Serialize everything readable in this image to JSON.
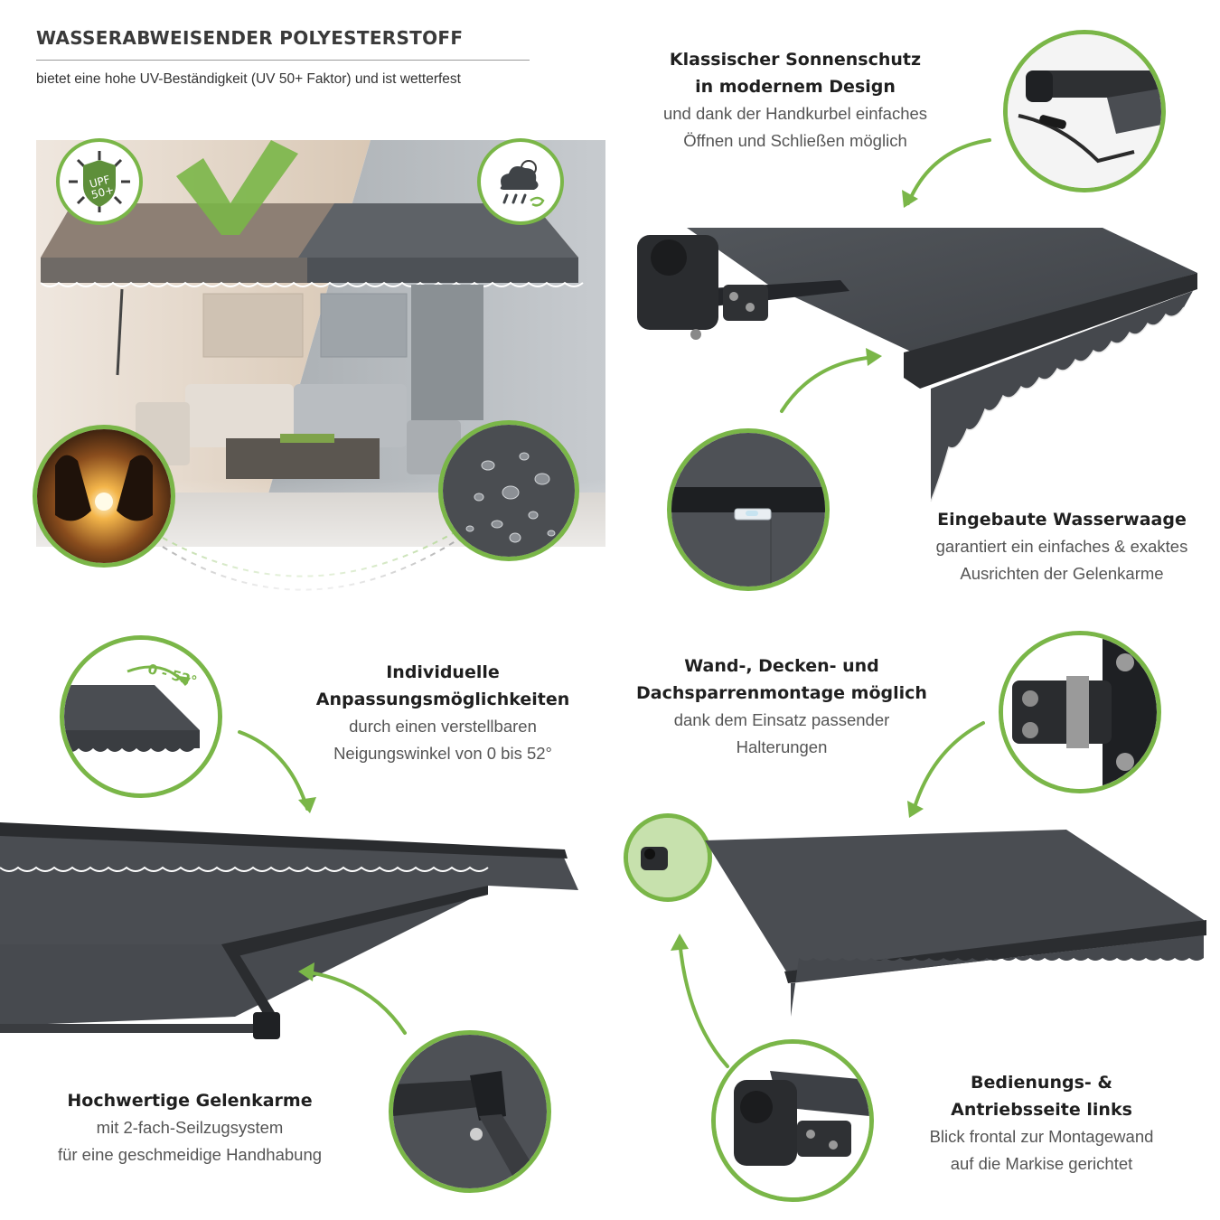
{
  "header": {
    "title": "WASSERABWEISENDER POLYESTERSTOFF",
    "subtitle": "bietet eine hohe UV-Beständigkeit (UV 50+ Faktor) und ist wetterfest"
  },
  "badges": {
    "upf_label_line1": "UPF",
    "upf_label_line2": "50+",
    "upf_icon": "sun-shield-icon",
    "weather_icon": "rain-cloud-icon"
  },
  "features": {
    "design": {
      "title_line1": "Klassischer Sonnenschutz",
      "title_line2": "in modernem Design",
      "desc_line1": "und dank der Handkurbel einfaches",
      "desc_line2": "Öffnen und Schließen möglich"
    },
    "level": {
      "title": "Eingebaute Wasserwaage",
      "desc_line1": "garantiert ein einfaches & exaktes",
      "desc_line2": "Ausrichten der Gelenkarme"
    },
    "adjust": {
      "title_line1": "Individuelle",
      "title_line2": "Anpassungsmöglichkeiten",
      "desc_line1": "durch einen verstellbaren",
      "desc_line2": "Neigungswinkel von 0 bis 52°",
      "angle_label": "0 - 52°"
    },
    "mount": {
      "title_line1": "Wand-, Decken- und",
      "title_line2": "Dachsparrenmontage möglich",
      "desc_line1": "dank dem Einsatz passender",
      "desc_line2": "Halterungen"
    },
    "arms": {
      "title": "Hochwertige Gelenkarme",
      "desc_line1": "mit 2-fach-Seilzugsystem",
      "desc_line2": "für eine geschmeidige Handhabung"
    },
    "drive": {
      "title_line1": "Bedienungs- &",
      "title_line2": "Antriebsseite links",
      "desc_line1": "Blick frontal zur Montagewand",
      "desc_line2": "auf die Markise gerichtet"
    }
  },
  "colors": {
    "accent_green": "#7ab648",
    "fabric_anthracite": "#4a4d52",
    "frame_black": "#2a2a2a"
  }
}
